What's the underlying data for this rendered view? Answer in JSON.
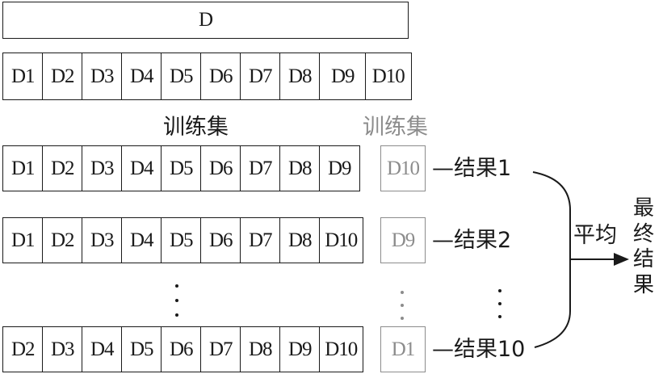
{
  "dataset": {
    "label": "D"
  },
  "folds": [
    "D1",
    "D2",
    "D3",
    "D4",
    "D5",
    "D6",
    "D7",
    "D8",
    "D9",
    "D10"
  ],
  "headers": {
    "train": "训练集",
    "test": "训练集"
  },
  "rows": [
    {
      "train": [
        "D1",
        "D2",
        "D3",
        "D4",
        "D5",
        "D6",
        "D7",
        "D8",
        "D9"
      ],
      "test": "D10",
      "result": "—结果1"
    },
    {
      "train": [
        "D1",
        "D2",
        "D3",
        "D4",
        "D5",
        "D6",
        "D7",
        "D8",
        "D10"
      ],
      "test": "D9",
      "result": "—结果2"
    },
    {
      "train": [
        "D2",
        "D3",
        "D4",
        "D5",
        "D6",
        "D7",
        "D8",
        "D9",
        "D10"
      ],
      "test": "D1",
      "result": "—结果10"
    }
  ],
  "average_label": "平均",
  "final_label": [
    "最",
    "终",
    "结",
    "果"
  ],
  "colors": {
    "line": "#1a1a1a",
    "test": "#8c8c8c",
    "background": "#ffffff"
  }
}
